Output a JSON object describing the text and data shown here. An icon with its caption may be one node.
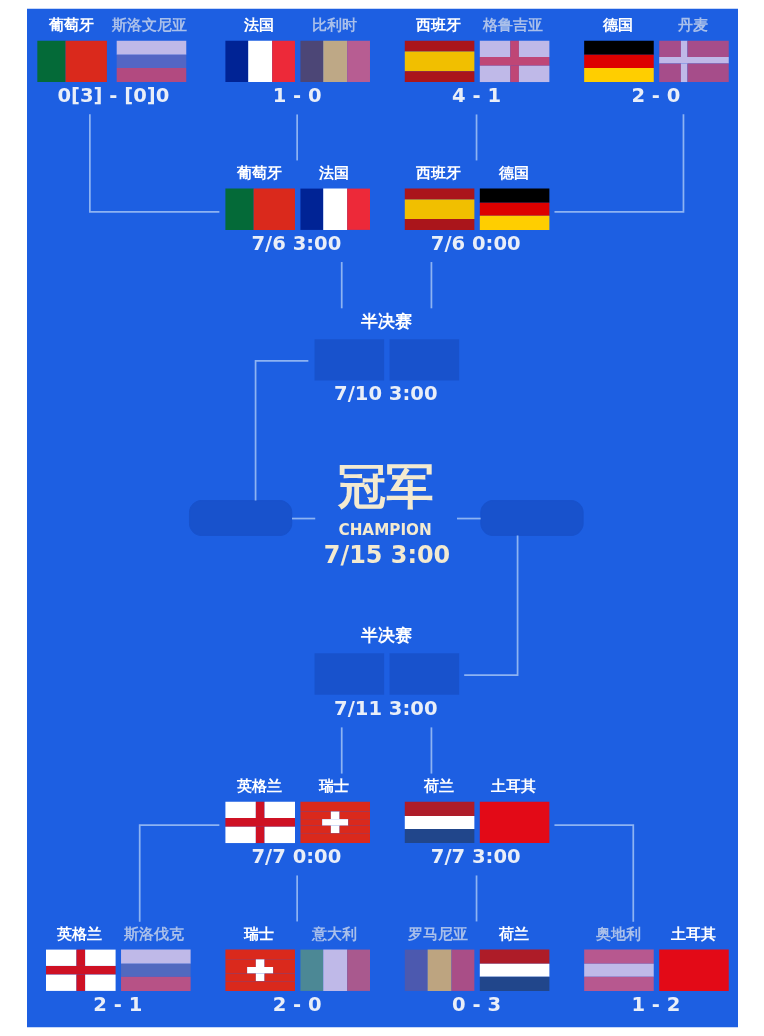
{
  "diagram": {
    "nodes": [
      {
        "text": [
          "葡萄牙",
          "斯洛文尼亚",
          "0[3] - [0]0"
        ]
      },
      {
        "text": [
          "法国",
          "比利时",
          "1 - 0"
        ]
      },
      {
        "text": [
          "西班牙",
          "格鲁吉亚",
          "4 - 1"
        ]
      },
      {
        "text": [
          "德国",
          "丹麦",
          "2 - 0"
        ]
      },
      {
        "text": [
          "葡萄牙",
          "法国",
          "7/6 3:00"
        ]
      },
      {
        "text": [
          "西班牙",
          "德国",
          "7/6 0:00"
        ]
      },
      {
        "text": [
          "半决赛",
          "7/10 3:00"
        ]
      },
      {
        "text": [],
        "shape": "box"
      },
      {
        "text": [
          "冠军",
          "CHAMPION",
          "7/15 3:00"
        ]
      },
      {
        "text": [],
        "shape": "box"
      },
      {
        "text": [
          "半决赛",
          "7/11 3:00"
        ]
      },
      {
        "text": [
          "英格兰",
          "瑞士",
          "7/7 0:00"
        ]
      },
      {
        "text": [
          "荷兰",
          "土耳其",
          "7/7 3:00"
        ]
      },
      {
        "text": [
          "英格兰",
          "斯洛伐克",
          "2 - 1"
        ]
      },
      {
        "text": [
          "瑞士",
          "意大利",
          "2 - 0"
        ]
      },
      {
        "text": [
          "罗马尼亚",
          "荷兰",
          "0 - 3"
        ]
      },
      {
        "text": [
          "奥地利",
          "土耳其",
          "1 - 2"
        ]
      }
    ],
    "edges": [
      {
        "from": 0,
        "to": 4,
        "arrow": "none"
      },
      {
        "from": 1,
        "to": 4,
        "arrow": "none"
      },
      {
        "from": 2,
        "to": 5,
        "arrow": "none"
      },
      {
        "from": 3,
        "to": 5,
        "arrow": "none"
      },
      {
        "from": 4,
        "to": 6,
        "arrow": "none"
      },
      {
        "from": 5,
        "to": 6,
        "arrow": "none"
      },
      {
        "from": 6,
        "to": 7,
        "arrow": "none"
      },
      {
        "from": 7,
        "to": 8,
        "arrow": "none"
      },
      {
        "from": 8,
        "to": 9,
        "arrow": "none"
      },
      {
        "from": 9,
        "to": 10,
        "arrow": "none"
      },
      {
        "from": 10,
        "to": 11,
        "arrow": "none"
      },
      {
        "from": 10,
        "to": 12,
        "arrow": "none"
      },
      {
        "from": 11,
        "to": 13,
        "arrow": "none"
      },
      {
        "from": 11,
        "to": 14,
        "arrow": "none"
      },
      {
        "from": 12,
        "to": 15,
        "arrow": "none"
      },
      {
        "from": 12,
        "to": 16,
        "arrow": "none"
      }
    ]
  }
}
